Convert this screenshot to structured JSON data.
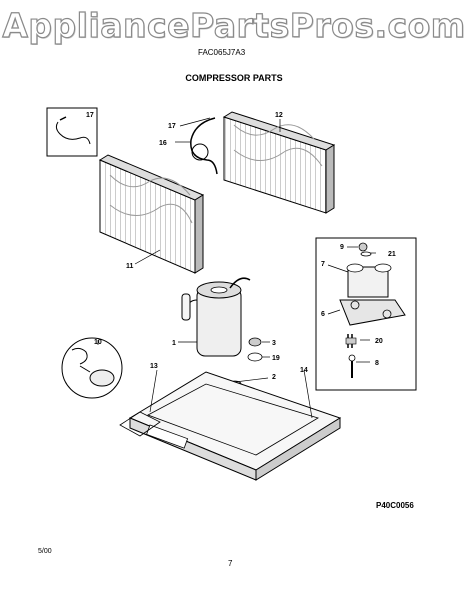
{
  "watermark": "AppliancePartsPros.com",
  "model_number": "FAC065J7A3",
  "section_title": "COMPRESSOR PARTS",
  "callouts": {
    "p1": "1",
    "p2": "2",
    "p3": "3",
    "p6": "6",
    "p7": "7",
    "p8": "8",
    "p9": "9",
    "p10": "10",
    "p11": "11",
    "p12": "12",
    "p13": "13",
    "p14": "14",
    "p16": "16",
    "p17_inset": "17",
    "p17": "17",
    "p19": "19",
    "p20": "20",
    "p21": "21"
  },
  "drawing_code": "P40C0056",
  "date_code": "5/00",
  "page_number": "7"
}
